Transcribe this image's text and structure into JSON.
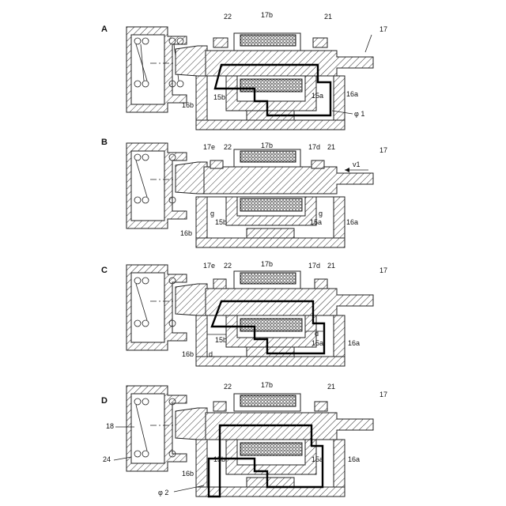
{
  "panels": [
    {
      "id": "A",
      "label": "A",
      "show_flux_loop": true,
      "show_spring": false,
      "annotations": {
        "l22": "22",
        "l17b": "17b",
        "l21": "21",
        "l17": "17",
        "l16b": "16b",
        "l15b": "15b",
        "l15a": "15a",
        "l16a": "16a",
        "lphi": "φ 1"
      }
    },
    {
      "id": "B",
      "label": "B",
      "show_flux_loop": false,
      "show_spring": false,
      "annotations": {
        "l17e": "17e",
        "l22": "22",
        "l17b": "17b",
        "l17d": "17d",
        "l21": "21",
        "l17": "17",
        "lv1": "v1",
        "lg1": "g",
        "lg2": "g",
        "l15b": "15b",
        "l15a": "15a",
        "l16b": "16b",
        "l16a": "16a"
      }
    },
    {
      "id": "C",
      "label": "C",
      "show_flux_loop": true,
      "show_spring": false,
      "annotations": {
        "l17e": "17e",
        "l22": "22",
        "l17b": "17b",
        "l17d": "17d",
        "l21": "21",
        "l17": "17",
        "l15b": "15b",
        "l15a": "15a",
        "ld1": "d",
        "ld2": "d",
        "l16b": "16b",
        "l16a": "16a"
      }
    },
    {
      "id": "D",
      "label": "D",
      "show_flux_loop": true,
      "show_spring": true,
      "annotations": {
        "l22": "22",
        "l17b": "17b",
        "l21": "21",
        "l17": "17",
        "l18": "18",
        "l24": "24",
        "l16b": "16b",
        "l15b": "15b",
        "l15a": "15a",
        "l16a": "16a",
        "lphi": "φ 2"
      }
    }
  ]
}
